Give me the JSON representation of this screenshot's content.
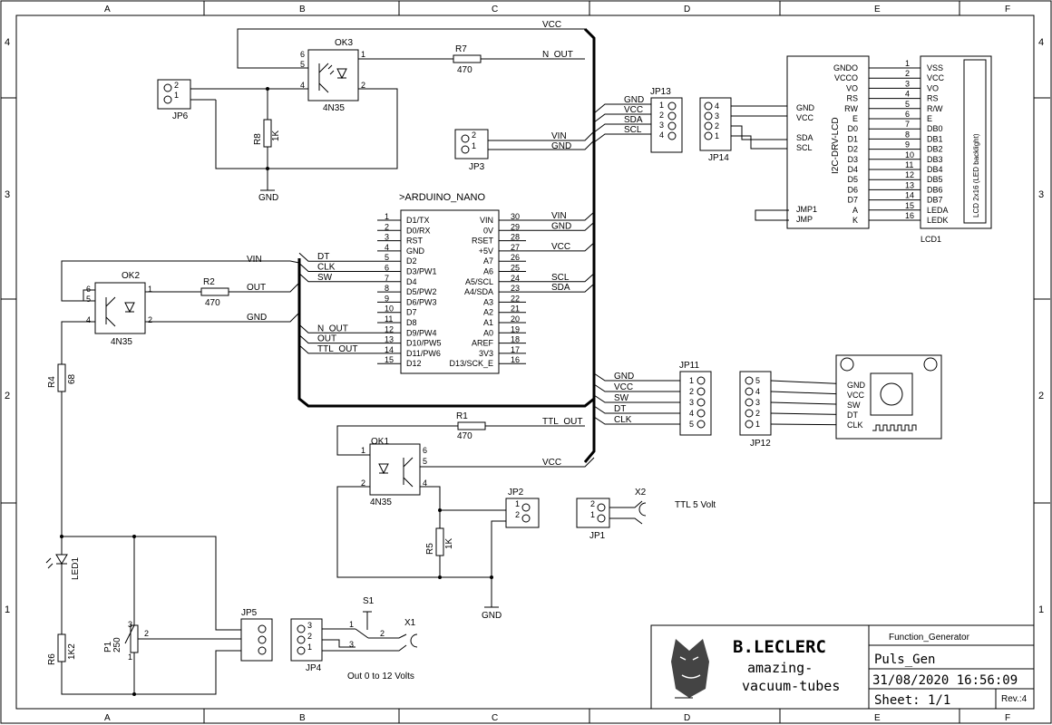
{
  "frame": {
    "cols": [
      "A",
      "B",
      "C",
      "D",
      "E",
      "F"
    ],
    "rows": [
      "4",
      "3",
      "2",
      "1"
    ]
  },
  "arduino": {
    "title": ">ARDUINO_NANO",
    "left_pins": [
      {
        "n": "1",
        "name": "D1/TX"
      },
      {
        "n": "2",
        "name": "D0/RX"
      },
      {
        "n": "3",
        "name": "RST"
      },
      {
        "n": "4",
        "name": "GND"
      },
      {
        "n": "5",
        "name": "D2"
      },
      {
        "n": "6",
        "name": "D3/PW1"
      },
      {
        "n": "7",
        "name": "D4"
      },
      {
        "n": "8",
        "name": "D5/PW2"
      },
      {
        "n": "9",
        "name": "D6/PW3"
      },
      {
        "n": "10",
        "name": "D7"
      },
      {
        "n": "11",
        "name": "D8"
      },
      {
        "n": "12",
        "name": "D9/PW4"
      },
      {
        "n": "13",
        "name": "D10/PW5"
      },
      {
        "n": "14",
        "name": "D11/PW6"
      },
      {
        "n": "15",
        "name": "D12"
      }
    ],
    "right_pins": [
      {
        "n": "30",
        "name": "VIN"
      },
      {
        "n": "29",
        "name": "0V"
      },
      {
        "n": "28",
        "name": "RSET"
      },
      {
        "n": "27",
        "name": "+5V"
      },
      {
        "n": "26",
        "name": "A7"
      },
      {
        "n": "25",
        "name": "A6"
      },
      {
        "n": "24",
        "name": "A5/SCL"
      },
      {
        "n": "23",
        "name": "A4/SDA"
      },
      {
        "n": "22",
        "name": "A3"
      },
      {
        "n": "21",
        "name": "A2"
      },
      {
        "n": "20",
        "name": "A1"
      },
      {
        "n": "19",
        "name": "A0"
      },
      {
        "n": "18",
        "name": "AREF"
      },
      {
        "n": "17",
        "name": "3V3"
      },
      {
        "n": "16",
        "name": "D13/SCK_E"
      }
    ],
    "left_nets": [
      "DT",
      "CLK",
      "SW",
      "N_OUT",
      "OUT",
      "TTL_OUT"
    ],
    "right_nets": [
      "VIN",
      "GND",
      "VCC",
      "SCL",
      "SDA"
    ]
  },
  "lcd": {
    "ref": "LCD1",
    "driver_label": "I2C-DRV-LCD",
    "side_label": "LCD 2x16 (LED backlight)",
    "driver_left": [
      "GND",
      "VCC",
      "SDA",
      "SCL",
      "JMP1",
      "JMP"
    ],
    "driver_right": [
      "GNDO",
      "VCCO",
      "VO",
      "RS",
      "RW",
      "E",
      "D0",
      "D1",
      "D2",
      "D3",
      "D4",
      "D5",
      "D6",
      "D7",
      "A",
      "K"
    ],
    "pin_numbers": [
      "1",
      "2",
      "3",
      "4",
      "5",
      "6",
      "7",
      "8",
      "9",
      "10",
      "11",
      "12",
      "13",
      "14",
      "15",
      "16"
    ],
    "lcd_pins": [
      "VSS",
      "VCC",
      "VO",
      "RS",
      "R/W",
      "E",
      "DB0",
      "DB1",
      "DB2",
      "DB3",
      "DB4",
      "DB5",
      "DB6",
      "DB7",
      "LEDA",
      "LEDK"
    ]
  },
  "jp13": {
    "ref": "JP13",
    "nets": [
      "GND",
      "VCC",
      "SDA",
      "SCL"
    ],
    "pins": [
      "1",
      "2",
      "3",
      "4"
    ]
  },
  "jp14": {
    "ref": "JP14",
    "pins": [
      "4",
      "3",
      "2",
      "1"
    ]
  },
  "jp3": {
    "ref": "JP3",
    "nets": [
      "VIN",
      "GND"
    ],
    "pins": [
      "2",
      "1"
    ]
  },
  "jp6": {
    "ref": "JP6",
    "pins": [
      "2",
      "1"
    ]
  },
  "jp11": {
    "ref": "JP11",
    "nets": [
      "GND",
      "VCC",
      "SW",
      "DT",
      "CLK"
    ],
    "pins": [
      "1",
      "2",
      "3",
      "4",
      "5"
    ]
  },
  "jp12": {
    "ref": "JP12",
    "pins": [
      "5",
      "4",
      "3",
      "2",
      "1"
    ]
  },
  "encoder": {
    "pins": [
      "GND",
      "VCC",
      "SW",
      "DT",
      "CLK"
    ]
  },
  "jp2": {
    "ref": "JP2",
    "pins": [
      "1",
      "2"
    ]
  },
  "jp1": {
    "ref": "JP1",
    "pins": [
      "2",
      "1"
    ]
  },
  "jp5": {
    "ref": "JP5"
  },
  "jp4": {
    "ref": "JP4",
    "pins": [
      "3",
      "2",
      "1"
    ]
  },
  "x2": {
    "ref": "X2",
    "label": "TTL 5 Volt"
  },
  "x1": {
    "ref": "X1",
    "label": "Out 0 to 12 Volts"
  },
  "s1": {
    "ref": "S1",
    "pins": [
      "1",
      "2",
      "3"
    ]
  },
  "ok3": {
    "ref": "OK3",
    "part": "4N35",
    "pins": [
      "6",
      "5",
      "4",
      "1",
      "2"
    ]
  },
  "ok2": {
    "ref": "OK2",
    "part": "4N35",
    "pins": [
      "6",
      "5",
      "4",
      "1",
      "2"
    ]
  },
  "ok1": {
    "ref": "OK1",
    "part": "4N35",
    "pins": [
      "1",
      "2",
      "6",
      "5",
      "4"
    ]
  },
  "r7": {
    "ref": "R7",
    "value": "470"
  },
  "r2": {
    "ref": "R2",
    "value": "470"
  },
  "r1": {
    "ref": "R1",
    "value": "470"
  },
  "r8": {
    "ref": "R8",
    "value": "1K"
  },
  "r5": {
    "ref": "R5",
    "value": "1K"
  },
  "r4": {
    "ref": "R4",
    "value": "68"
  },
  "r6": {
    "ref": "R6",
    "value": "1K2"
  },
  "p1": {
    "ref": "P1",
    "value": "250",
    "pins": [
      "3",
      "2",
      "1"
    ]
  },
  "led1": {
    "ref": "LED1"
  },
  "nets": {
    "vcc": "VCC",
    "n_out": "N_OUT",
    "gnd": "GND",
    "vin": "VIN",
    "out": "OUT",
    "ttl_out": "TTL_OUT",
    "vcc_ok1": "VCC"
  },
  "title_block": {
    "author": "B.LECLERC",
    "tagline1": "amazing-",
    "tagline2": "vacuum-tubes",
    "project": "Function_Generator",
    "sheet_name": "Puls_Gen",
    "datetime": "31/08/2020 16:56:09",
    "sheet": "Sheet: 1/1",
    "rev": "Rev.:4"
  }
}
